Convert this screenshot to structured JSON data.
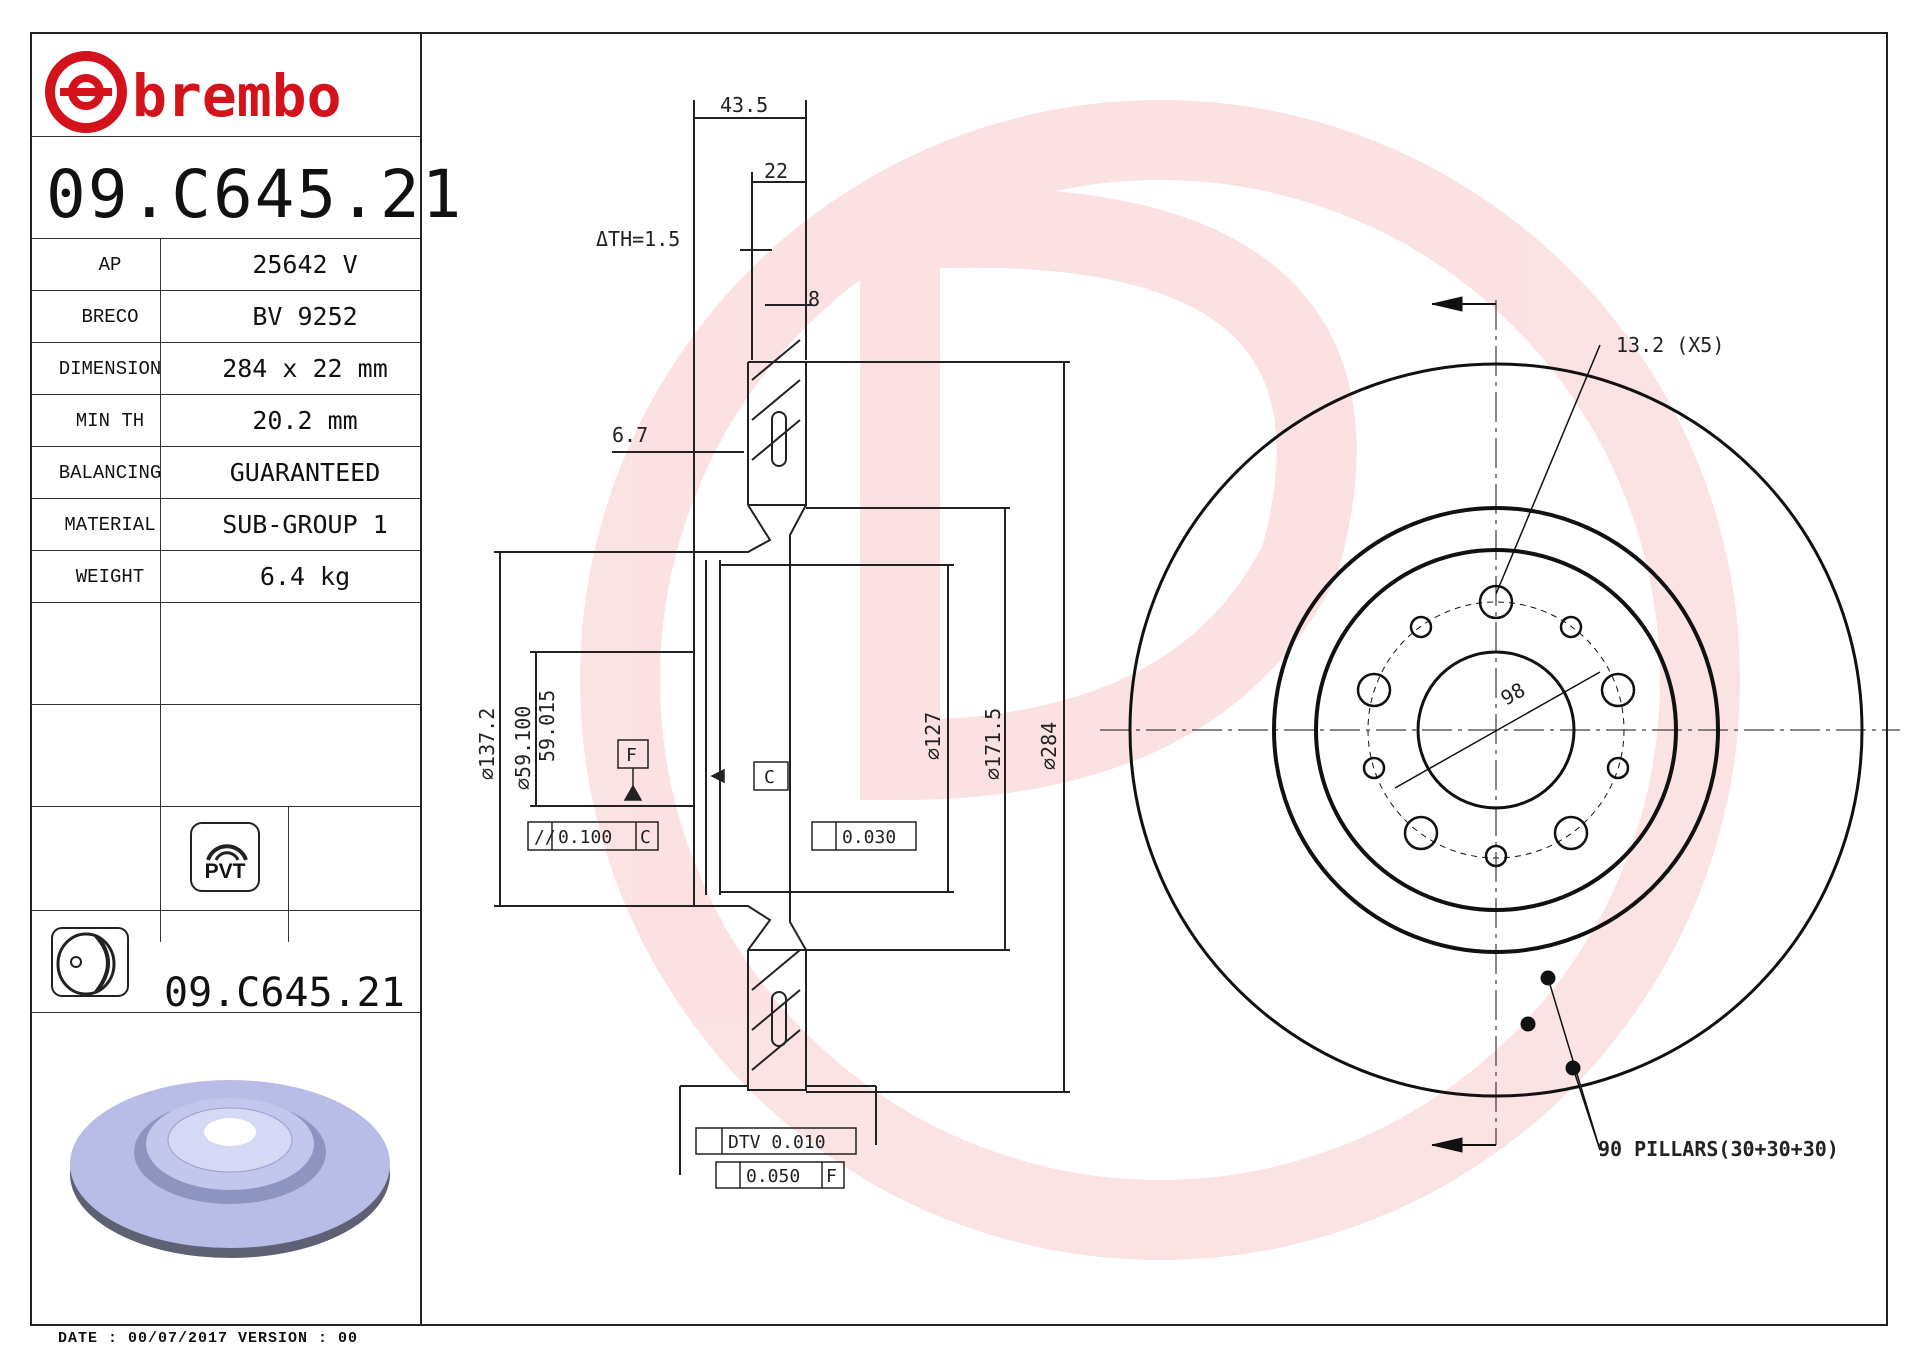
{
  "brand": {
    "name": "brembo",
    "color": "#d4121b"
  },
  "part_number": "09.C645.21",
  "specs": [
    {
      "label": "AP",
      "value": "25642 V"
    },
    {
      "label": "BRECO",
      "value": "BV 9252"
    },
    {
      "label": "DIMENSION",
      "value": "284 x 22 mm"
    },
    {
      "label": "MIN TH",
      "value": "20.2 mm"
    },
    {
      "label": "BALANCING",
      "value": "GUARANTEED"
    },
    {
      "label": "MATERIAL",
      "value": "SUB-GROUP 1"
    },
    {
      "label": "WEIGHT",
      "value": "6.4 kg"
    }
  ],
  "badge": {
    "label": "PVT",
    "icon": "pvt-disc-icon"
  },
  "part_number_footer": "09.C645.21",
  "footer": "DATE : 00/07/2017 VERSION : 00",
  "drawing": {
    "dims": {
      "overall_width": "43.5",
      "thickness": "22",
      "dth": "ΔTH=1.5",
      "eight": "8",
      "six_seven": "6.7",
      "d137": "⌀137.2",
      "d59": "⌀59.100",
      "d59b": "59.015",
      "d127": "⌀127",
      "d171": "⌀171.5",
      "d284": "⌀284",
      "bolt_holes": "13.2 (X5)",
      "pcd": "98",
      "pillars": "90 PILLARS(30+30+30)"
    },
    "tolerances": {
      "datum_f": "F",
      "datum_c": "C",
      "tol1": "0.100",
      "tol1_ref": "C",
      "tol2": "0.030",
      "dtv": "DTV 0.010",
      "runout": "0.050",
      "runout_ref": "F"
    }
  }
}
